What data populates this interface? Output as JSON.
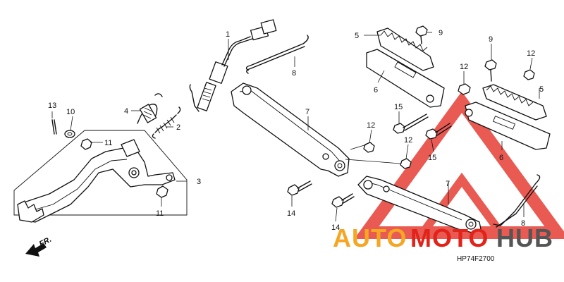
{
  "diagram": {
    "diagram_code": "HP74F2700",
    "front_label": "FR.",
    "callouts": [
      {
        "id": "c1",
        "label": "1"
      },
      {
        "id": "c2",
        "label": "2"
      },
      {
        "id": "c3",
        "label": "3"
      },
      {
        "id": "c4",
        "label": "4"
      },
      {
        "id": "c5a",
        "label": "5"
      },
      {
        "id": "c5b",
        "label": "5"
      },
      {
        "id": "c6a",
        "label": "6"
      },
      {
        "id": "c6b",
        "label": "6"
      },
      {
        "id": "c7a",
        "label": "7"
      },
      {
        "id": "c7b",
        "label": "7"
      },
      {
        "id": "c8a",
        "label": "8"
      },
      {
        "id": "c8b",
        "label": "8"
      },
      {
        "id": "c9a",
        "label": "9"
      },
      {
        "id": "c9b",
        "label": "9"
      },
      {
        "id": "c10",
        "label": "10"
      },
      {
        "id": "c11a",
        "label": "11"
      },
      {
        "id": "c11b",
        "label": "11"
      },
      {
        "id": "c12a",
        "label": "12"
      },
      {
        "id": "c12b",
        "label": "12"
      },
      {
        "id": "c12c",
        "label": "12"
      },
      {
        "id": "c12d",
        "label": "12"
      },
      {
        "id": "c13",
        "label": "13"
      },
      {
        "id": "c14a",
        "label": "14"
      },
      {
        "id": "c14b",
        "label": "14"
      },
      {
        "id": "c15a",
        "label": "15"
      },
      {
        "id": "c15b",
        "label": "15"
      }
    ]
  },
  "watermark": {
    "text_a": "AUTO",
    "text_b": "MOTO",
    "text_c": "HUB",
    "color_orange": "#f5a623",
    "color_red": "#e2231a",
    "color_dark": "#555555"
  }
}
